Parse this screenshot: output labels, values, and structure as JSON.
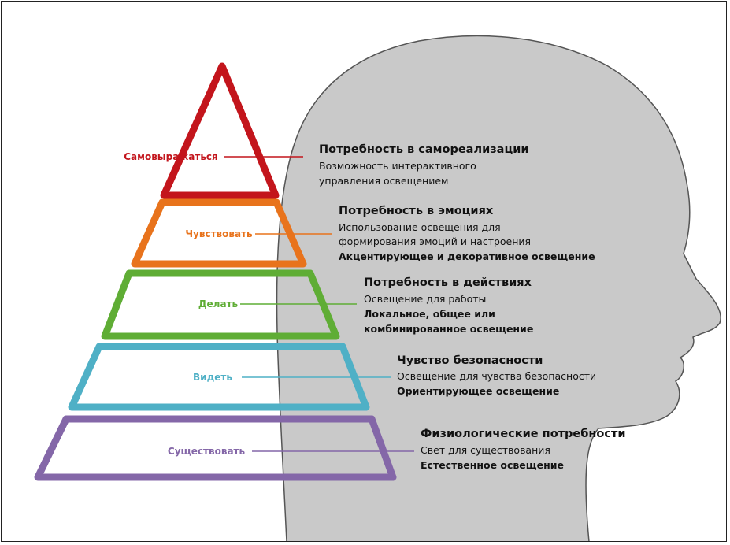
{
  "colors": {
    "head": "#c9c9c9",
    "head_outline": "#555555",
    "self": "#c3151c",
    "feel": "#e8731c",
    "do": "#5fad35",
    "see": "#4fb0c6",
    "exist": "#8467a8"
  },
  "levels": [
    {
      "key": "self",
      "label": "Самовыражаться",
      "title": "Потребность в самореализации",
      "lines": [
        "Возможность интерактивного",
        "управления освещением"
      ],
      "bold_lines": []
    },
    {
      "key": "feel",
      "label": "Чувствовать",
      "title": "Потребность в эмоциях",
      "lines": [
        "Использование освещения для",
        "формирования эмоций и настроения"
      ],
      "bold_lines": [
        "Акцентирующее и декоративное освещение"
      ]
    },
    {
      "key": "do",
      "label": "Делать",
      "title": "Потребность в действиях",
      "lines": [
        "Освещение для работы"
      ],
      "bold_lines": [
        "Локальное, общее или",
        "комбинированное освещение"
      ]
    },
    {
      "key": "see",
      "label": "Видеть",
      "title": "Чувство безопасности",
      "lines": [
        "Освещение для чувства безопасности"
      ],
      "bold_lines": [
        "Ориентирующее освещение"
      ]
    },
    {
      "key": "exist",
      "label": "Существовать",
      "title": "Физиологические потребности",
      "lines": [
        "Свет для существования"
      ],
      "bold_lines": [
        "Естественное освещение"
      ]
    }
  ]
}
